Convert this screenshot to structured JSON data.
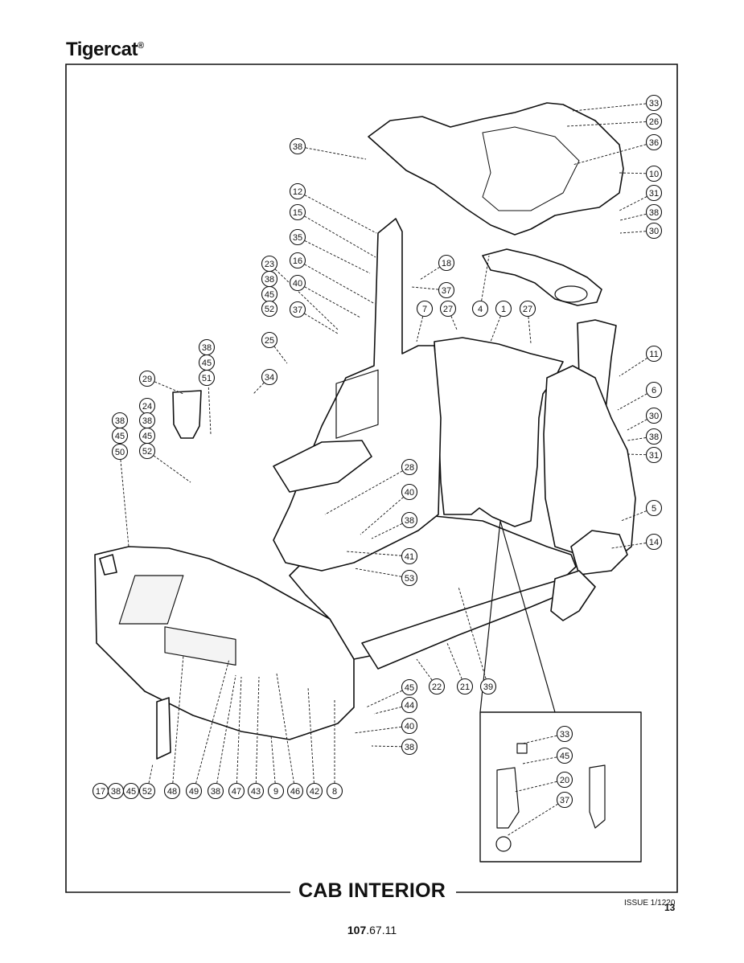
{
  "header": {
    "brand": "Tigercat",
    "brand_mark": "®"
  },
  "footer": {
    "title": "CAB INTERIOR",
    "issue": "ISSUE 1/1220",
    "page_number": "13",
    "doc_number_bold": "107",
    "doc_number_rest": ".67.11"
  },
  "callouts": [
    "33",
    "26",
    "36",
    "10",
    "31",
    "38",
    "30",
    "38",
    "12",
    "15",
    "35",
    "18",
    "37",
    "16",
    "23",
    "38",
    "45",
    "52",
    "40",
    "37",
    "7",
    "27",
    "1",
    "27",
    "4",
    "11",
    "6",
    "30",
    "38",
    "31",
    "25",
    "38",
    "45",
    "51",
    "34",
    "29",
    "24",
    "38",
    "45",
    "52",
    "38",
    "45",
    "50",
    "28",
    "40",
    "38",
    "41",
    "53",
    "5",
    "14",
    "39",
    "21",
    "22",
    "45",
    "44",
    "40",
    "38",
    "17",
    "38",
    "45",
    "52",
    "48",
    "49",
    "38",
    "47",
    "43",
    "9",
    "46",
    "42",
    "8",
    "33",
    "45",
    "20",
    "37"
  ],
  "colors": {
    "ink": "#111111",
    "paper": "#ffffff",
    "panel": "#f4f4f4"
  }
}
